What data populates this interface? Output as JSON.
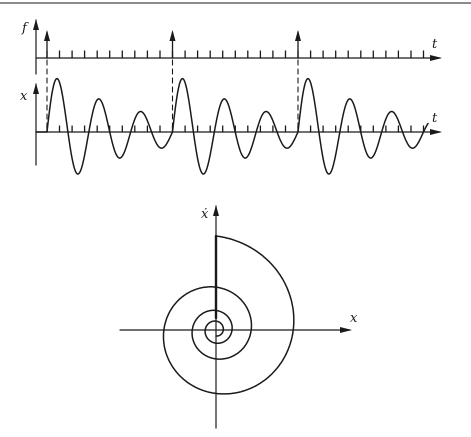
{
  "labels": {
    "impulse_axis_y": "f",
    "impulse_axis_x": "t",
    "signal_axis_y": "x",
    "signal_axis_x": "t",
    "phase_axis_y": "ẋ",
    "phase_axis_x": "x"
  },
  "diagram": {
    "impulse_periods": 3,
    "ticks_per_period": 10,
    "oscillation_cycles_per_period": 3,
    "amplitude_decay_per_cycle": 0.62,
    "spiral_turns": 3.5
  },
  "colors": {
    "ink": "#1a1a1a",
    "background": "#ffffff"
  }
}
